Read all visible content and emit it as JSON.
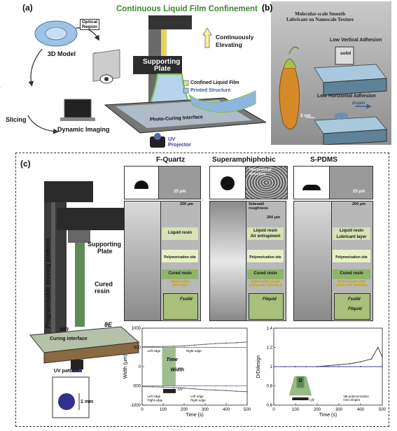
{
  "panel_a": {
    "letter": "(a)",
    "title": "Continuous Liquid Film Confinement",
    "continuously": "Continuously",
    "elevating": "Elevating",
    "optical_region_line1": "Optical",
    "optical_region_line2": "Region",
    "model_3d": "3D Model",
    "slicing": "Slicing",
    "dynamic_imaging": "Dynamic Imaging",
    "supporting_line1": "Supporting",
    "supporting_line2": "Plate",
    "legend_film": "Confined Liquid Film",
    "legend_structure": "Printed Structure",
    "photo_curing": "Photo-Curing Interface",
    "uv_line1": "UV",
    "uv_line2": "Projector"
  },
  "panel_b": {
    "letter": "(b)",
    "title_line1": "Molecular-scale Smooth",
    "title_line2": "Lubricant on Nanoscale Texture",
    "vertical": "Low Vertical Adhesion",
    "solid": "solid",
    "horizontal": "Low Horizontal Adhesion",
    "droplet": "droplet",
    "scale": "2 cm"
  },
  "panel_c": {
    "letter": "(c)",
    "col1": "F-Quartz",
    "col2": "Superamphiphobic",
    "col3": "S-PDMS",
    "scale_25_1": "25 μm",
    "scale_25_2": "25 μm",
    "hier_line1": "Hierarchical",
    "hier_line2": "structure",
    "scale_200_1": "200 μm",
    "scale_200_2": "200 μm",
    "scale_200_3": "200 μm",
    "sidewall_line1": "Sidewall",
    "sidewall_line2": "roughness",
    "liquid_resin_1": "Liquid resin",
    "liquid_resin_2": "Liquid resin",
    "liquid_resin_3": "Liquid resin",
    "air_entrapment": "Air entrapment",
    "lubricant_layer": "Lubricant layer",
    "poly_site_1": "Polymerization site",
    "poly_site_2": "Polymerization site",
    "poly_site_3": "Polymerization site",
    "cured_resin_1": "Cured resin",
    "cured_resin_2": "Cured resin",
    "cured_resin_3": "Cured resin",
    "interface_1": "Solid-solid",
    "interface_1b": "interface",
    "interface_2": "Solid-solid-liquid",
    "interface_2b": "composite interface",
    "interface_3": "Solid-liquid-solid",
    "interface_3b": "composite interface",
    "f_solid": "Fsolid",
    "f_liquid": "Fliquid",
    "programmable": "Programmable moving platform",
    "supporting_line1": "Supporting",
    "supporting_line2": "Plate",
    "cured_line1": "Cured",
    "cured_line2": "resin",
    "vm": "vm",
    "theta": "θE",
    "curing_interface": "Curing interface",
    "uv_pattern": "UV pattern",
    "one_mm": "1 mm"
  },
  "chart_left": {
    "ylabel": "Width (μm)",
    "xlabel": "Time (s)",
    "left_edge": "Left edge",
    "right_edge": "Right edge",
    "time": "Time",
    "width": "Width",
    "uv": "UV",
    "legend1": "Left edge",
    "legend2": "Right edge",
    "legend3": "Left edge",
    "legend4": "Right edge"
  },
  "chart_right": {
    "ylabel": "D/Ddesign",
    "xlabel": "Time (s)",
    "d": "D",
    "uv": "UV",
    "legend1": "Vat polymerization",
    "legend2": "One-droplet"
  },
  "chart_data": [
    {
      "type": "line",
      "xlabel": "Time (s)",
      "ylabel": "Width (μm)",
      "xlim": [
        0,
        500
      ],
      "ylim": [
        -1000,
        1000
      ],
      "x_ticks": [
        0,
        100,
        200,
        300,
        400,
        500
      ],
      "y_ticks": [
        -1000,
        -500,
        0,
        500,
        1000
      ],
      "series": [
        {
          "name": "Left edge",
          "x": [
            0,
            50,
            100,
            150,
            200,
            250,
            300,
            350,
            400,
            450,
            500
          ],
          "values": [
            520,
            520,
            525,
            530,
            540,
            560,
            580,
            600,
            610,
            620,
            640
          ]
        },
        {
          "name": "Right edge",
          "x": [
            0,
            50,
            100,
            150,
            200,
            250,
            300,
            350,
            400,
            450,
            500
          ],
          "values": [
            500,
            500,
            500,
            500,
            500,
            500,
            500,
            500,
            500,
            500,
            500
          ]
        },
        {
          "name": "Left edge",
          "x": [
            0,
            50,
            100,
            150,
            200,
            250,
            300,
            350,
            400,
            450,
            500
          ],
          "values": [
            -520,
            -525,
            -530,
            -540,
            -560,
            -580,
            -600,
            -610,
            -620,
            -640,
            -650
          ]
        },
        {
          "name": "Right edge",
          "x": [
            0,
            50,
            100,
            150,
            200,
            250,
            300,
            350,
            400,
            450,
            500
          ],
          "values": [
            -500,
            -500,
            -500,
            -500,
            -500,
            -500,
            -500,
            -500,
            -500,
            -500,
            -500
          ]
        }
      ]
    },
    {
      "type": "line",
      "xlabel": "Time (s)",
      "ylabel": "D/Ddesign",
      "xlim": [
        0,
        500
      ],
      "ylim": [
        0.6,
        1.4
      ],
      "x_ticks": [
        0,
        100,
        200,
        300,
        400,
        500
      ],
      "y_ticks": [
        0.6,
        0.8,
        1.0,
        1.2,
        1.4
      ],
      "series": [
        {
          "name": "Vat polymerization",
          "x": [
            0,
            50,
            100,
            150,
            200,
            250,
            300,
            350,
            400,
            450,
            480,
            500
          ],
          "values": [
            1.0,
            1.0,
            1.0,
            1.0,
            1.0,
            1.01,
            1.02,
            1.03,
            1.05,
            1.08,
            1.2,
            1.1
          ]
        },
        {
          "name": "One-droplet",
          "x": [
            0,
            100,
            200,
            300,
            400,
            500
          ],
          "values": [
            1.0,
            1.0,
            1.0,
            1.0,
            1.0,
            1.0
          ]
        }
      ]
    }
  ]
}
